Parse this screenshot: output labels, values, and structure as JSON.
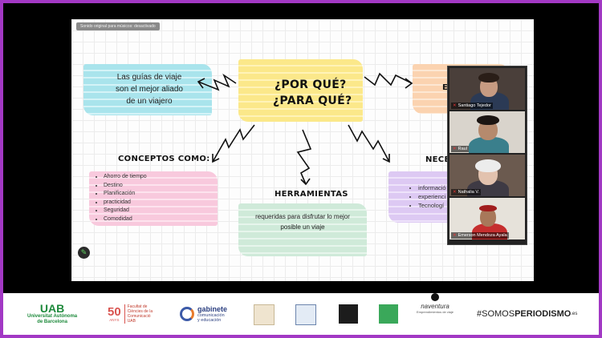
{
  "banner": {
    "muted_label": "Sonido original para músicos: desactivado"
  },
  "mindmap": {
    "center": {
      "line1": "¿POR QUÉ?",
      "line2": "¿PARA QUÉ?"
    },
    "top_left_note": {
      "text": "Las guías de viaje son el mejor aliado de un viajero"
    },
    "top_right_partial": "E",
    "conceptos": {
      "title": "CONCEPTOS COMO:",
      "items": [
        "Ahorro de tiempo",
        "Destino",
        "Planificación",
        "practicidad",
        "Seguridad",
        "Comodidad"
      ]
    },
    "herramientas": {
      "title": "HERRAMIENTAS",
      "text": "requeridas para disfrutar lo mejor posible un viaje"
    },
    "necesidades": {
      "title": "NECES",
      "items": [
        "informació",
        "experienci",
        "Tecnologí"
      ]
    }
  },
  "participants": [
    {
      "name": "Santiago Tejedor"
    },
    {
      "name": "Raul"
    },
    {
      "name": "Nathalia V."
    },
    {
      "name": "Emerson Mendoza Ayala"
    }
  ],
  "footer": {
    "uab_big": "UAB",
    "uab_line1": "Universitat Autònoma",
    "uab_line2": "de Barcelona",
    "anys_num": "50",
    "anys_label": "ANYS",
    "anys_fac1": "Facultat de",
    "anys_fac2": "Ciències de la",
    "anys_fac3": "Comunicació",
    "anys_fac4": "UAB",
    "gab_title": "gabinete",
    "gab_sub1": "comunicación",
    "gab_sub2": "y educación",
    "nav_title": "naventura",
    "nav_sub": "Emprendimientos de viaje",
    "somos_hash": "#SOMOS",
    "somos_bold": "PERIODISMO",
    "somos_es": ".es"
  },
  "colors": {
    "yellow": "#fbe88a",
    "blue": "#a9e4ec",
    "pink": "#f8c9dd",
    "green": "#cfead9",
    "lavender": "#ddc9f3",
    "orange": "#fbd3b0",
    "frame": "#a238c4"
  }
}
